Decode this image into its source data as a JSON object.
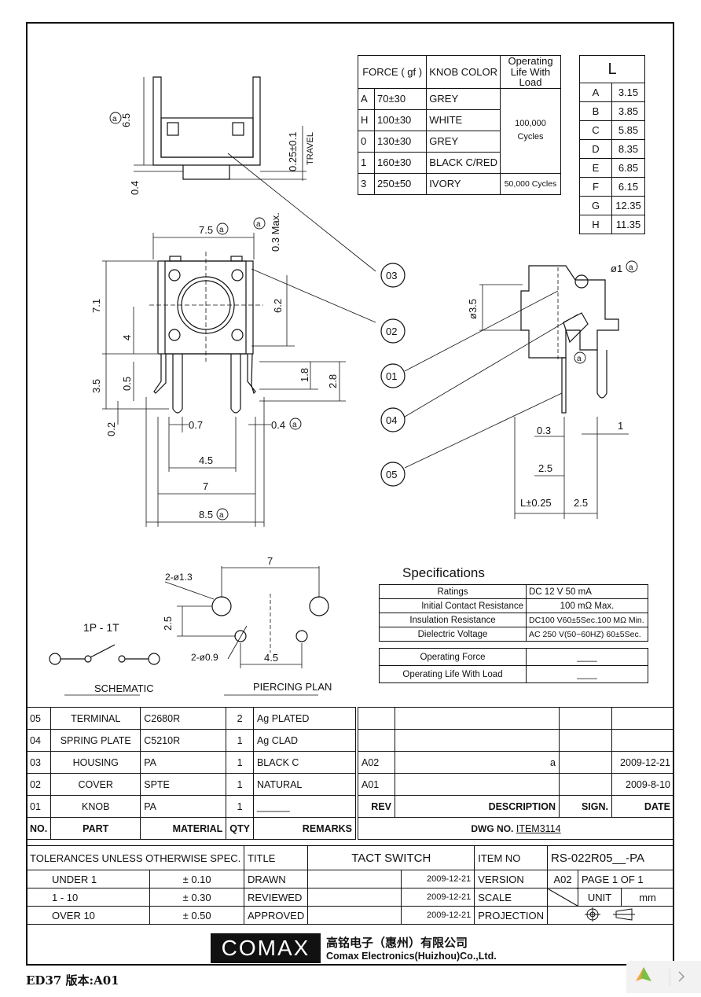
{
  "force_table": {
    "headers": [
      "FORCE ( gf )",
      "KNOB COLOR",
      "Operating Life With Load"
    ],
    "rows": [
      {
        "code": "A",
        "force": "70±30",
        "color": "GREY"
      },
      {
        "code": "H",
        "force": "100±30",
        "color": "WHITE"
      },
      {
        "code": "0",
        "force": "130±30",
        "color": "GREY"
      },
      {
        "code": "1",
        "force": "160±30",
        "color": "BLACK C/RED"
      },
      {
        "code": "3",
        "force": "250±50",
        "color": "IVORY"
      }
    ],
    "life_1": "100,000 Cycles",
    "life_2": "50,000 Cycles"
  },
  "l_table": {
    "header": "L",
    "rows": [
      {
        "k": "A",
        "v": "3.15"
      },
      {
        "k": "B",
        "v": "3.85"
      },
      {
        "k": "C",
        "v": "5.85"
      },
      {
        "k": "D",
        "v": "8.35"
      },
      {
        "k": "E",
        "v": "6.85"
      },
      {
        "k": "F",
        "v": "6.15"
      },
      {
        "k": "G",
        "v": "12.35"
      },
      {
        "k": "H",
        "v": "11.35"
      }
    ]
  },
  "drawing": {
    "dims": {
      "d65": "6.5",
      "d04": "0.4",
      "travel": "0.25±0.1",
      "travel_word": "TRAVEL",
      "d75": "7.5",
      "d03max": "0.3 Max.",
      "d71": "7.1",
      "d62": "6.2",
      "d4": "4",
      "d35": "3.5",
      "d05": "0.5",
      "d18": "1.8",
      "d28": "2.8",
      "d02": "0.2",
      "d07": "0.7",
      "d04b": "0.4",
      "d45": "4.5",
      "d7": "7",
      "d85": "8.5",
      "phi35": "ø3.5",
      "phi1": "ø1",
      "d03": "0.3",
      "d1": "1",
      "d25": "2.5",
      "dL": "L±0.25",
      "d25b": "2.5"
    },
    "circle_a": "a",
    "callouts": [
      "03",
      "02",
      "01",
      "04",
      "05"
    ]
  },
  "piercing": {
    "d7": "7",
    "hole1": "2-ø1.3",
    "d25": "2.5",
    "hole2": "2-ø0.9",
    "d45": "4.5",
    "label": "PIERCING PLAN"
  },
  "schematic": {
    "type": "1P - 1T",
    "label": "SCHEMATIC"
  },
  "specifications": {
    "title": "Specifications",
    "rows": [
      {
        "name": "Ratings",
        "value": "DC 12 V 50 mA"
      },
      {
        "name": "Initial Contact Resistance",
        "value": "100 mΩ Max."
      },
      {
        "name": "Insulation Resistance",
        "value": "DC100 V60±5Sec.100 MΩ Min."
      },
      {
        "name": "Dielectric Voltage",
        "value": "AC 250 V(50~60HZ) 60±5Sec."
      }
    ],
    "rows2": [
      {
        "name": "Operating Force",
        "value": "____"
      },
      {
        "name": "Operating Life With Load",
        "value": "____"
      }
    ]
  },
  "bom": {
    "rows": [
      {
        "no": "05",
        "part": "TERMINAL",
        "material": "C2680R",
        "qty": "2",
        "remarks": "Ag PLATED"
      },
      {
        "no": "04",
        "part": "SPRING PLATE",
        "material": "C5210R",
        "qty": "1",
        "remarks": "Ag CLAD"
      },
      {
        "no": "03",
        "part": "HOUSING",
        "material": "PA",
        "qty": "1",
        "remarks": "BLACK C"
      },
      {
        "no": "02",
        "part": "COVER",
        "material": "SPTE",
        "qty": "1",
        "remarks": "NATURAL"
      },
      {
        "no": "01",
        "part": "KNOB",
        "material": "PA",
        "qty": "1",
        "remarks": "______"
      }
    ],
    "header": {
      "no": "NO.",
      "part": "PART",
      "material": "MATERIAL",
      "qty": "QTY",
      "remarks": "REMARKS"
    }
  },
  "revisions": {
    "rows": [
      {
        "rev": "",
        "desc": "",
        "sign": "",
        "date": ""
      },
      {
        "rev": "",
        "desc": "",
        "sign": "",
        "date": ""
      },
      {
        "rev": "A02",
        "desc": "a",
        "sign": "",
        "date": "2009-12-21"
      },
      {
        "rev": "A01",
        "desc": "",
        "sign": "",
        "date": "2009-8-10"
      }
    ],
    "header": {
      "rev": "REV",
      "desc": "DESCRIPTION",
      "sign": "SIGN.",
      "date": "DATE"
    },
    "dwg_label": "DWG NO.",
    "dwg_no": "ITEM3114"
  },
  "title_block": {
    "tol_title": "TOLERANCES UNLESS OTHERWISE SPEC.",
    "tol": [
      {
        "range": "UNDER 1",
        "val": "± 0.10"
      },
      {
        "range": "1 - 10",
        "val": "± 0.30"
      },
      {
        "range": "OVER 10",
        "val": "± 0.50"
      }
    ],
    "title_label": "TITLE",
    "title": "TACT SWITCH",
    "item_label": "ITEM NO",
    "item": "RS-022R05__-PA",
    "drawn_label": "DRAWN",
    "drawn_date": "2009-12-21",
    "version_label": "VERSION",
    "version": "A02",
    "page_label": "PAGE",
    "page": "1",
    "of_label": "OF",
    "of": "1",
    "reviewed_label": "REVIEWED",
    "reviewed_date": "2009-12-21",
    "scale_label": "SCALE",
    "unit_label": "UNIT",
    "unit": "mm",
    "approved_label": "APPROVED",
    "approved_date": "2009-12-21",
    "projection_label": "PROJECTION"
  },
  "company": {
    "logo": "COMAX",
    "cn": "高铭电子（惠州）有限公司",
    "en": "Comax Electronics(Huizhou)Co.,Ltd."
  },
  "footer": "ED37 版本:A01"
}
